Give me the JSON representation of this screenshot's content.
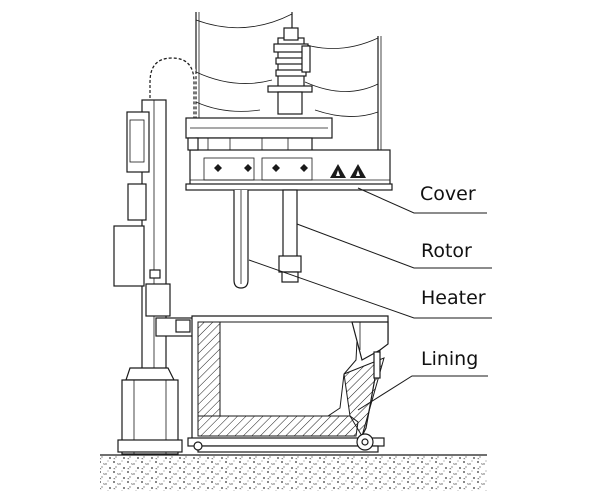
{
  "labels": {
    "cover": "Cover",
    "rotor": "Rotor",
    "heater": "Heater",
    "lining": "Lining"
  },
  "colors": {
    "line": "#1a1a1a",
    "background": "#ffffff"
  }
}
